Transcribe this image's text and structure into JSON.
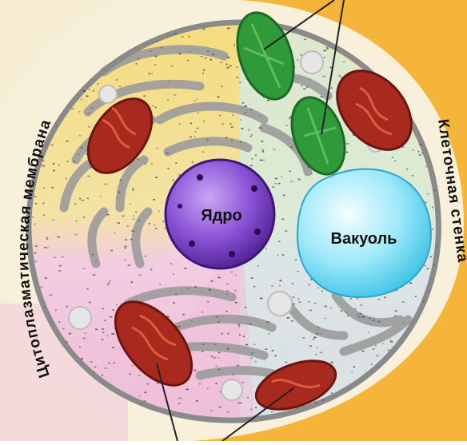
{
  "labels": {
    "membrane": "Цитоплазматическая мембрана",
    "cell_wall": "Клеточная стенка",
    "nucleus": "Ядро",
    "vacuole": "Вакуоль"
  },
  "colors": {
    "cell_wall": "#f5b43a",
    "membrane": "#7a7a7a",
    "cytoplasm_top": "#f3d97a",
    "cytoplasm_bottom": "#f0c2dc",
    "cytoplasm_right": "#cfe9e6",
    "nucleus": "#7b3fc4",
    "vacuole": "#7fe0f2",
    "chloroplast": "#2f9a3a",
    "mitochondrion": "#a82a1f",
    "er": "#9a9a9a"
  }
}
